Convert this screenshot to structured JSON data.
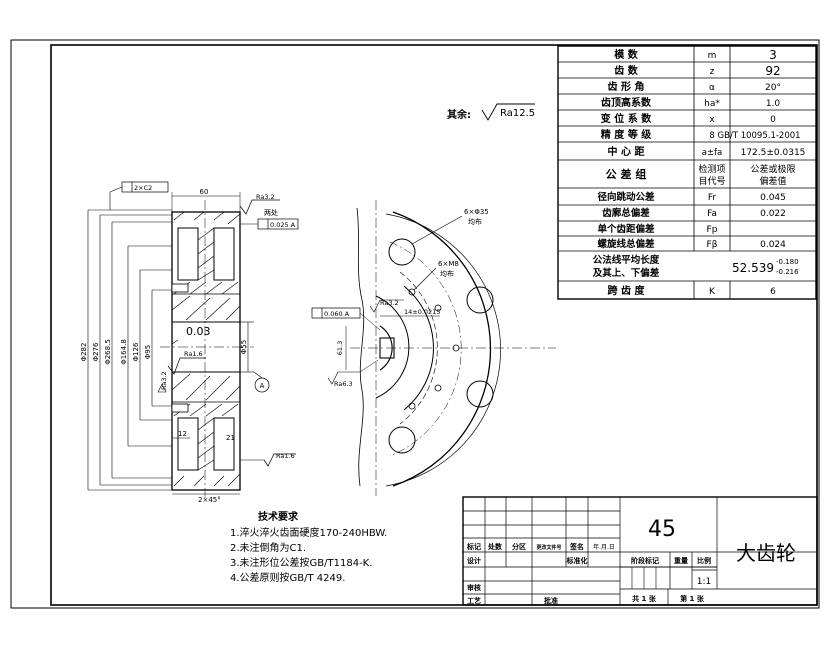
{
  "params": {
    "rows": [
      {
        "name": "模    数",
        "symbol": "m",
        "value": "3"
      },
      {
        "name": "齿    数",
        "symbol": "z",
        "value": "92"
      },
      {
        "name": "齿 形 角",
        "symbol": "α",
        "value": "20°"
      },
      {
        "name": "齿顶高系数",
        "symbol": "ha*",
        "value": "1.0"
      },
      {
        "name": "变 位 系 数",
        "symbol": "x",
        "value": "0"
      },
      {
        "name": "精 度 等 级",
        "symbol": "",
        "value": "8 GB/T 10095.1-2001"
      },
      {
        "name": "中    心    距",
        "symbol": "a±fa",
        "value": "172.5±0.0315"
      }
    ],
    "group": {
      "name": "公  差  组",
      "col2_line1": "检测项",
      "col2_line2": "目代号",
      "col3_line1": "公差或极限",
      "col3_line2": "偏差值"
    },
    "tol_rows": [
      {
        "name": "径向跳动公差",
        "symbol": "Fr",
        "value": "0.045"
      },
      {
        "name": "齿廓总偏差",
        "symbol": "Fa",
        "value": "0.022"
      },
      {
        "name": "单个齿距偏差",
        "symbol": "Fp",
        "value": ""
      },
      {
        "name": "螺旋线总偏差",
        "symbol": "Fβ",
        "value": "0.024"
      }
    ],
    "span": {
      "name_line1": "公法线平均长度",
      "name_line2": "及其上、下偏差",
      "value": "52.539",
      "upper": "-0.180",
      "lower": "-0.216"
    },
    "teeth_span": {
      "name": "跨    齿    度",
      "symbol": "K",
      "value": "6"
    }
  },
  "roughness_note": {
    "label": "其余:",
    "value": "Ra12.5"
  },
  "tech": {
    "title": "技术要求",
    "items": [
      "1.淬火淬火齿面硬度170-240HBW.",
      "2.未注倒角为C1.",
      "3.未注形位公差按GB/T1184-K.",
      "4.公差原则按GB/T 4249."
    ]
  },
  "title_block": {
    "part_no": "45",
    "part_name": "大齿轮",
    "scale": "1:1",
    "labels": {
      "mark": "标记",
      "count": "处数",
      "zone": "分区",
      "change_doc": "更改文件号",
      "sign": "签名",
      "date": "年.月.日",
      "design": "设计",
      "standardize": "标准化",
      "stage_mark": "阶段标记",
      "weight": "重量",
      "scale_lbl": "比例",
      "review": "审核",
      "process": "工艺",
      "approve": "批准",
      "total": "共 1 张",
      "sheet": "第 1 张"
    }
  },
  "section_view": {
    "dims": [
      {
        "id": "width",
        "text": "60"
      },
      {
        "id": "ra32_top",
        "text": "Ra3.2"
      },
      {
        "id": "tol_top",
        "text": "0.025 A"
      },
      {
        "id": "tol_left",
        "text": "0.03"
      },
      {
        "id": "chamfer",
        "text": "2×C2"
      },
      {
        "id": "ra14",
        "text": "Ra1.6"
      },
      {
        "id": "ra32_mid",
        "text": "Ra3.2"
      },
      {
        "id": "ra16_bot",
        "text": "Ra1.6"
      },
      {
        "id": "d12",
        "text": "12"
      },
      {
        "id": "d21",
        "text": "21"
      },
      {
        "id": "chamfer45",
        "text": "2×45°"
      },
      {
        "id": "tooth_note",
        "text": "两处"
      },
      {
        "id": "dia_outer",
        "text": "Φ282"
      },
      {
        "id": "dia_pitch",
        "text": "Φ276"
      },
      {
        "id": "dia_root",
        "text": "Φ268.5"
      },
      {
        "id": "dia_hub",
        "text": "Φ164.8"
      },
      {
        "id": "dia_bore_l",
        "text": "Φ126"
      },
      {
        "id": "dia_bore",
        "text": "Φ55"
      },
      {
        "id": "dia_inner",
        "text": "Φ95"
      },
      {
        "id": "datum",
        "text": "A"
      }
    ]
  },
  "front_view": {
    "dims": [
      {
        "id": "holes",
        "text": "6×Φ35"
      },
      {
        "id": "holes_sub",
        "text": "均布"
      },
      {
        "id": "tapped",
        "text": "6×M8"
      },
      {
        "id": "tapped_sub",
        "text": "均布"
      },
      {
        "id": "keyway_w",
        "text": "14±0.0215"
      },
      {
        "id": "key_depth",
        "text": "61.3"
      },
      {
        "id": "ra32",
        "text": "Ra3.2"
      },
      {
        "id": "ra63",
        "text": "Ra6.3"
      },
      {
        "id": "sym",
        "text": "0.060 A"
      }
    ]
  }
}
